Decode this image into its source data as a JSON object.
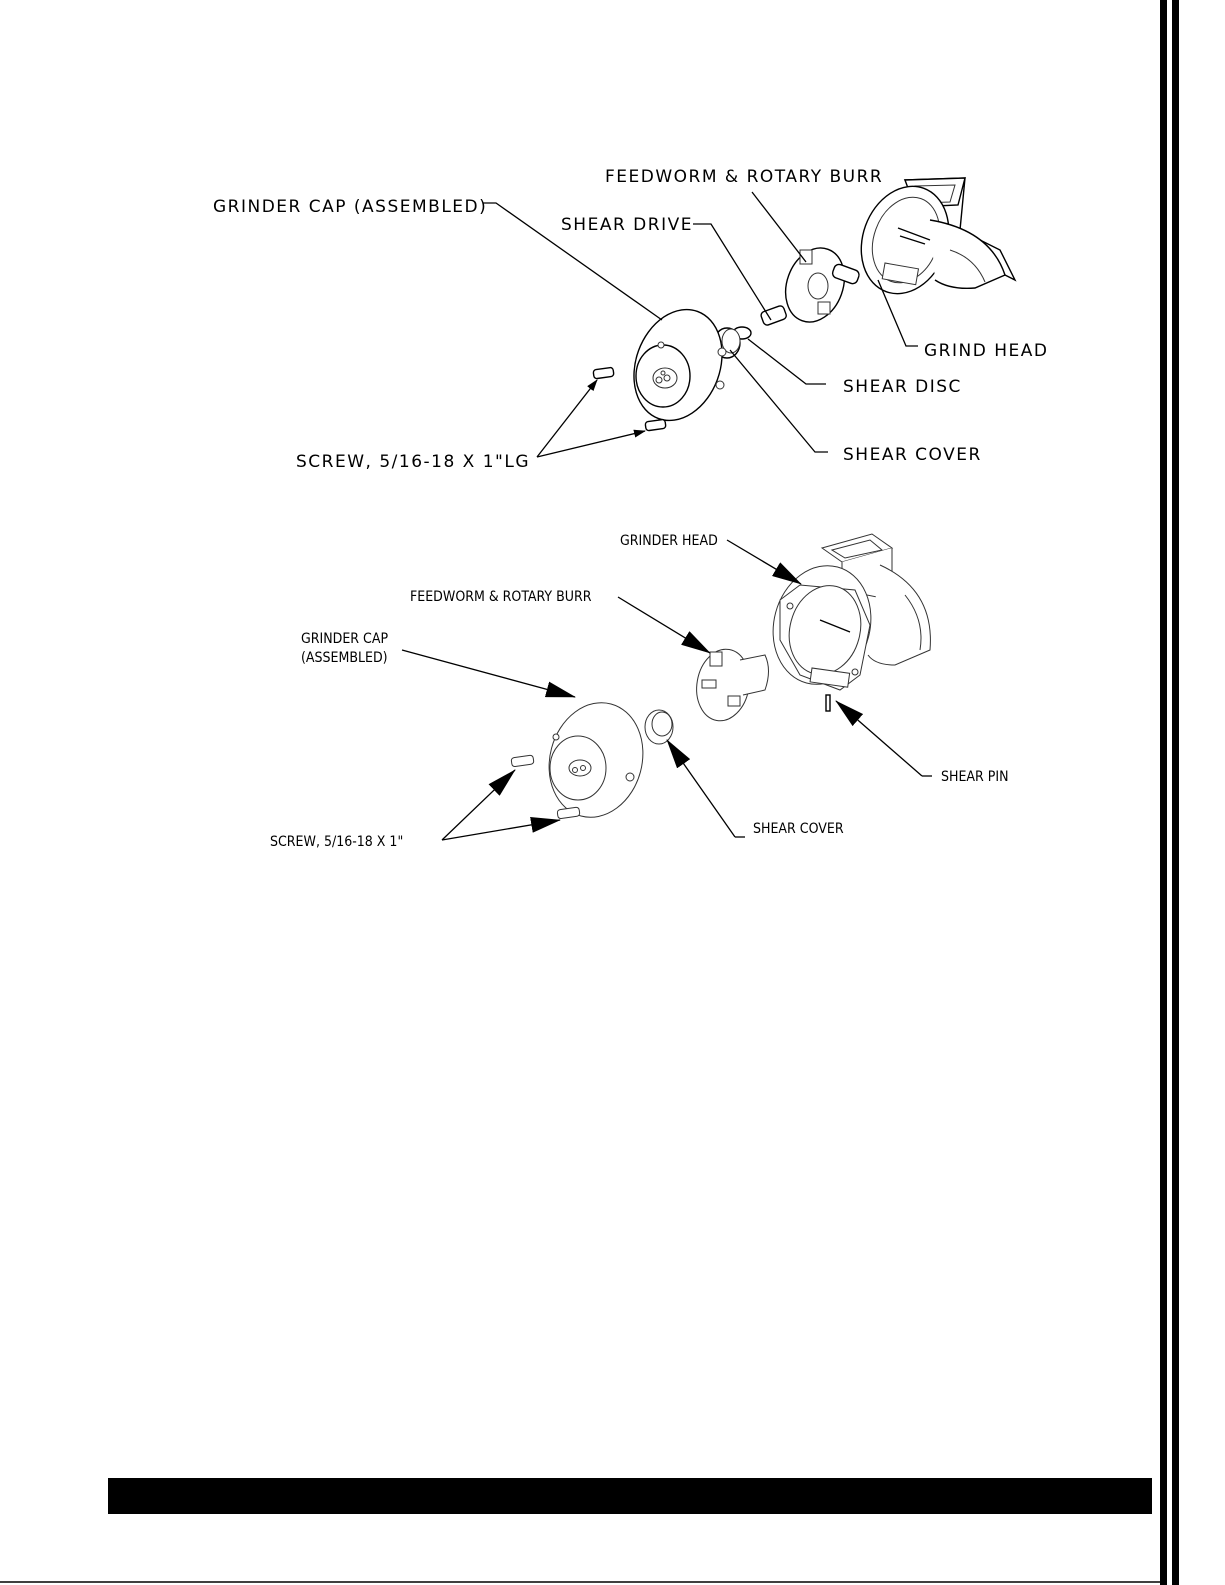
{
  "diagram_top": {
    "labels": {
      "feedworm": "FEEDWORM & ROTARY BURR",
      "grinder_cap": "GRINDER CAP (ASSEMBLED)",
      "shear_drive": "SHEAR DRIVE",
      "grind_head": "GRIND HEAD",
      "shear_disc": "SHEAR DISC",
      "shear_cover": "SHEAR COVER",
      "screw": "SCREW, 5/16-18 X 1\"LG"
    }
  },
  "diagram_bottom": {
    "labels": {
      "grinder_head": "GRINDER HEAD",
      "feedworm": "FEEDWORM & ROTARY BURR",
      "grinder_cap_line1": "GRINDER CAP",
      "grinder_cap_line2": "(ASSEMBLED)",
      "shear_pin": "SHEAR PIN",
      "shear_cover": "SHEAR COVER",
      "screw": "SCREW, 5/16-18 X 1\""
    }
  }
}
